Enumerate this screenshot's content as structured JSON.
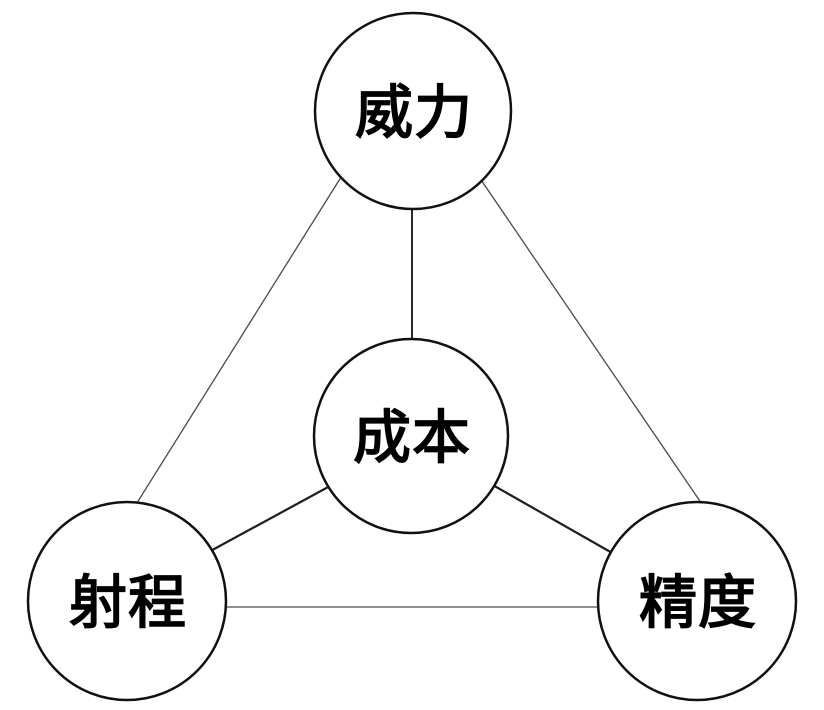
{
  "diagram": {
    "type": "node-link-diagram",
    "nodes": [
      {
        "id": "power",
        "label": "威力",
        "position": "top"
      },
      {
        "id": "cost",
        "label": "成本",
        "position": "center"
      },
      {
        "id": "range",
        "label": "射程",
        "position": "bottom-left"
      },
      {
        "id": "precision",
        "label": "精度",
        "position": "bottom-right"
      }
    ],
    "edges": [
      {
        "from": "威力",
        "to": "射程",
        "style": "thin"
      },
      {
        "from": "威力",
        "to": "精度",
        "style": "thin"
      },
      {
        "from": "射程",
        "to": "精度",
        "style": "thin"
      },
      {
        "from": "威力",
        "to": "成本",
        "style": "medium"
      },
      {
        "from": "成本",
        "to": "射程",
        "style": "medium"
      },
      {
        "from": "成本",
        "to": "精度",
        "style": "medium"
      }
    ]
  },
  "colors": {
    "background": "#ffffff",
    "circle_stroke": "#111111",
    "label_text": "#000000",
    "edge_thin": "#4a4a4a",
    "edge_medium": "#1e1e1e"
  }
}
